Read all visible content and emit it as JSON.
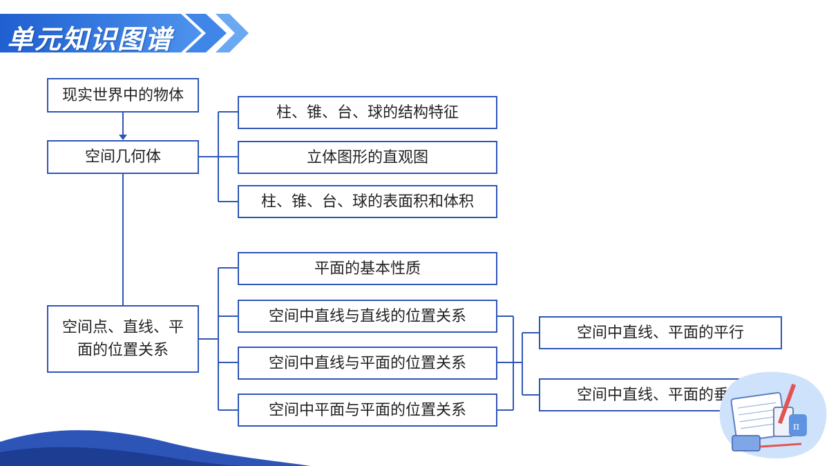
{
  "header": {
    "title": "单元知识图谱",
    "accent_color": "#2d6fd6"
  },
  "diagram": {
    "line_color": "#2d55b8",
    "nodes": {
      "objects": "现实世界中的物体",
      "solids": "空间几何体",
      "structure": "柱、锥、台、球的结构特征",
      "intuitive": "立体图形的直观图",
      "surface_volume": "柱、锥、台、球的表面积和体积",
      "position_line1": "空间点、直线、平",
      "position_line2": "面的位置关系",
      "plane_props": "平面的基本性质",
      "line_line": "空间中直线与直线的位置关系",
      "line_plane": "空间中直线与平面的位置关系",
      "plane_plane": "空间中平面与平面的位置关系",
      "parallel": "空间中直线、平面的平行",
      "perpendicular": "空间中直线、平面的垂直"
    }
  }
}
